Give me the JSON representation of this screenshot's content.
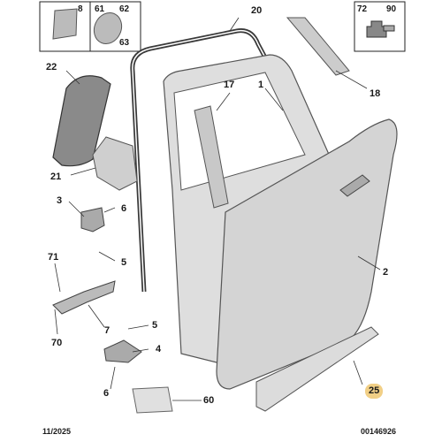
{
  "insets": {
    "inset1": {
      "label": "8"
    },
    "inset2": {
      "labels": [
        "61",
        "62",
        "63"
      ]
    },
    "inset3": {
      "labels": [
        "72",
        "90"
      ]
    }
  },
  "callouts": {
    "c1": "1",
    "c2": "2",
    "c3": "3",
    "c4": "4",
    "c5a": "5",
    "c5b": "5",
    "c6a": "6",
    "c6b": "6",
    "c7": "7",
    "c17": "17",
    "c18": "18",
    "c20": "20",
    "c21": "21",
    "c22": "22",
    "c25": "25",
    "c60": "60",
    "c70": "70",
    "c71": "71"
  },
  "footer": {
    "date": "11/2025",
    "reference": "00146926"
  },
  "colors": {
    "highlight": "#f1cf86",
    "panel": "#d9d9d9",
    "outline": "#555555",
    "seal": "#333333"
  }
}
